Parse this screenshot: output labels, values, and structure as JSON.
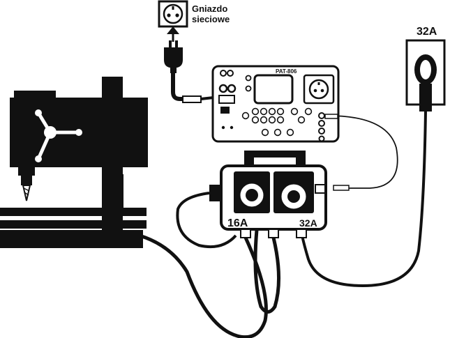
{
  "labels": {
    "socket_name_line1": "Gniazdo",
    "socket_name_line2": "sieciowe",
    "outlet_32a": "32A",
    "device_model": "PAT-806",
    "adapter_left_rating": "16A",
    "adapter_right_rating": "32A"
  },
  "colors": {
    "ink": "#111111",
    "paper": "#ffffff"
  }
}
